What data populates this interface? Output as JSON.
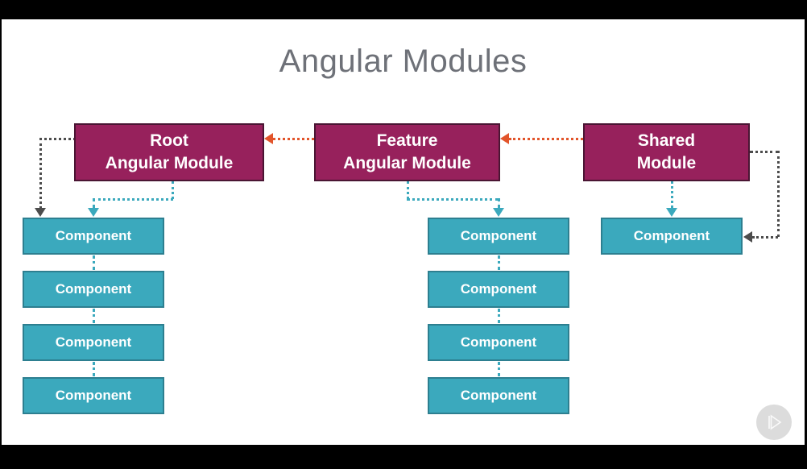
{
  "slide": {
    "title": "Angular Modules",
    "title_color": "#6E7178",
    "background": "#FFFFFF",
    "frame_color": "#000000"
  },
  "colors": {
    "module_fill": "#97215C",
    "module_border": "#4A1533",
    "component_fill": "#3BA9BD",
    "component_border": "#2D7F90",
    "connector_teal": "#3BA9BD",
    "connector_gray": "#4C4C4C",
    "connector_orange": "#E2542A",
    "watermark": "#DCDCDC"
  },
  "modules": [
    {
      "id": "root",
      "line1": "Root",
      "line2": "Angular Module"
    },
    {
      "id": "feature",
      "line1": "Feature",
      "line2": "Angular Module"
    },
    {
      "id": "shared",
      "line1": "Shared",
      "line2": "Module"
    }
  ],
  "columns": {
    "root": {
      "components": [
        {
          "label": "Component"
        },
        {
          "label": "Component"
        },
        {
          "label": "Component"
        },
        {
          "label": "Component"
        }
      ]
    },
    "feature": {
      "components": [
        {
          "label": "Component"
        },
        {
          "label": "Component"
        },
        {
          "label": "Component"
        },
        {
          "label": "Component"
        }
      ]
    },
    "shared": {
      "components": [
        {
          "label": "Component"
        }
      ]
    }
  },
  "watermark": {
    "icon": "play-icon"
  }
}
